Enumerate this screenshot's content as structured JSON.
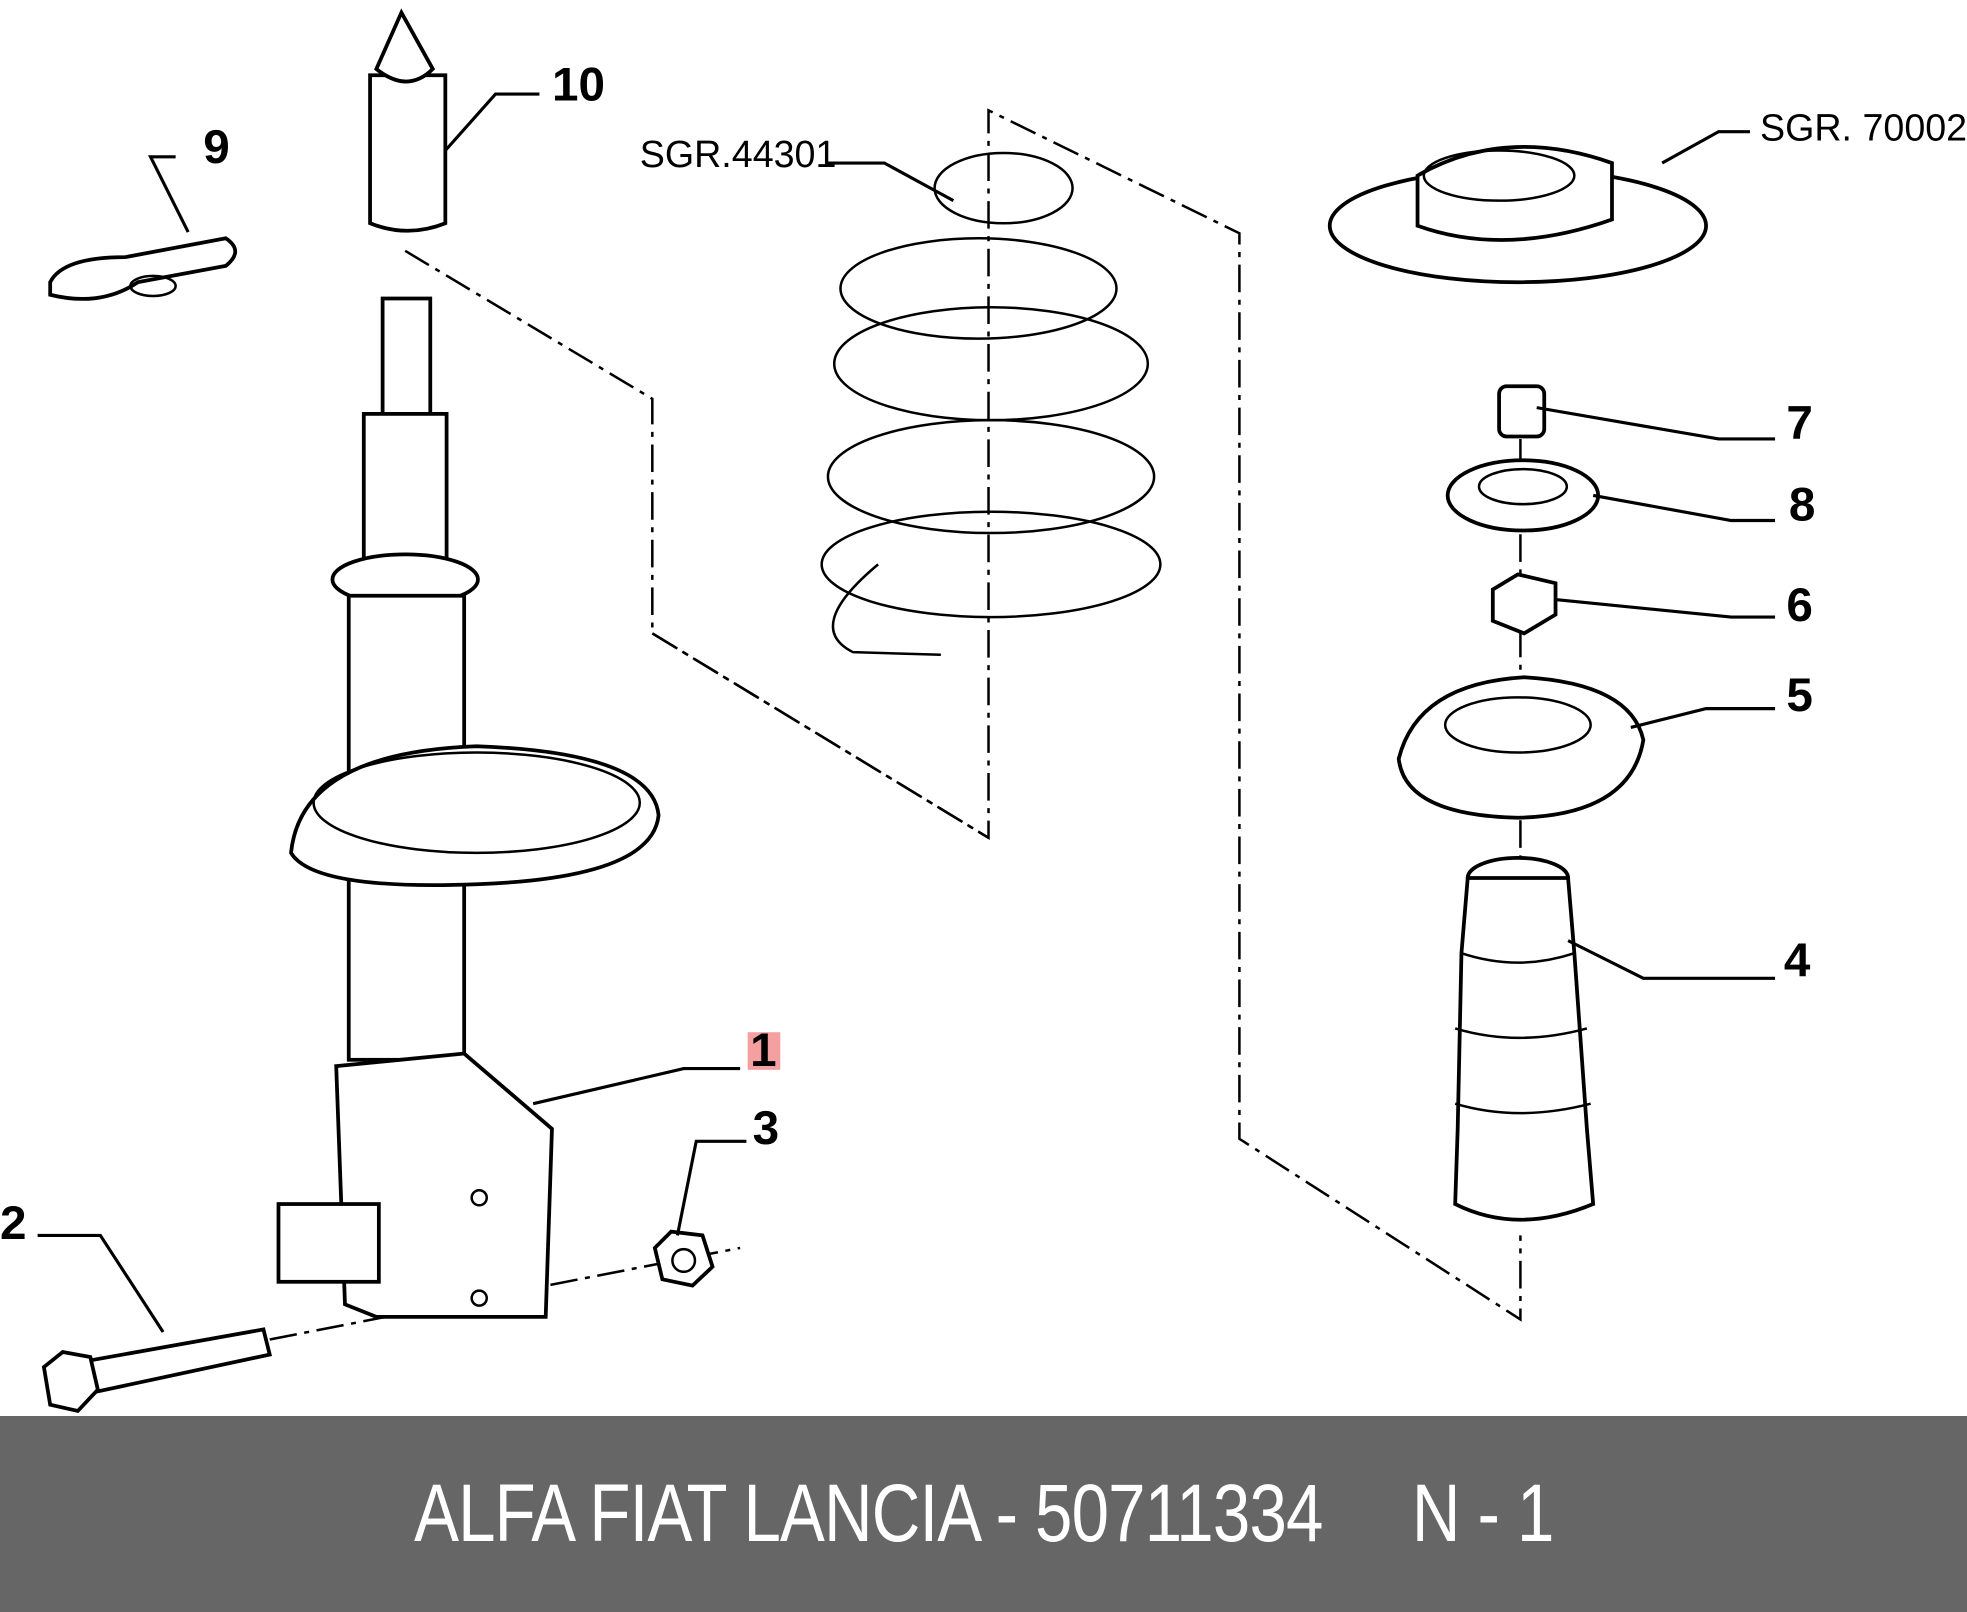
{
  "diagram": {
    "callouts": [
      {
        "id": "1",
        "label": "1",
        "highlight_color": "#f4a0a0"
      },
      {
        "id": "2",
        "label": "2"
      },
      {
        "id": "3",
        "label": "3"
      },
      {
        "id": "4",
        "label": "4"
      },
      {
        "id": "5",
        "label": "5"
      },
      {
        "id": "6",
        "label": "6"
      },
      {
        "id": "7",
        "label": "7"
      },
      {
        "id": "8",
        "label": "8"
      },
      {
        "id": "9",
        "label": "9"
      },
      {
        "id": "10",
        "label": "10"
      }
    ],
    "group_refs": {
      "spring": "SGR.44301",
      "top_mount": "SGR. 70002"
    }
  },
  "footer": {
    "text": "ALFA FIAT LANCIA - 50711334     N - 1",
    "background": "#666666"
  }
}
